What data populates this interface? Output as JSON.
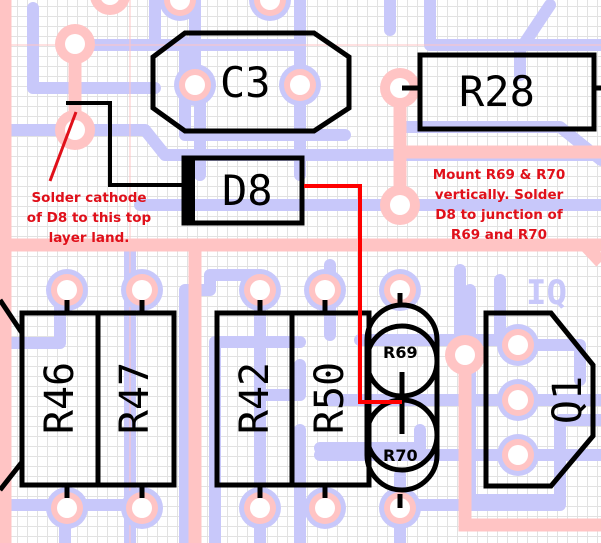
{
  "colors": {
    "top_copper": "#ffc4c4",
    "bottom_copper": "#c8c8fa",
    "silkscreen": "#000000",
    "annotation": "#e0101a",
    "wire": "#ff0000",
    "grid": "#e2e2e2"
  },
  "components": {
    "c3": "C3",
    "r28": "R28",
    "d8": "D8",
    "r46": "R46",
    "r47": "R47",
    "r42": "R42",
    "r50": "R50",
    "r69": "R69",
    "r70": "R70",
    "q1": "Q1",
    "q1_bottom_mirrored": "IQ"
  },
  "annotations": {
    "left_note": [
      "Solder cathode",
      "of D8 to this top",
      "layer land."
    ],
    "right_note": [
      "Mount R69 & R70",
      "vertically. Solder",
      "D8 to junction of",
      "R69 and R70"
    ]
  }
}
